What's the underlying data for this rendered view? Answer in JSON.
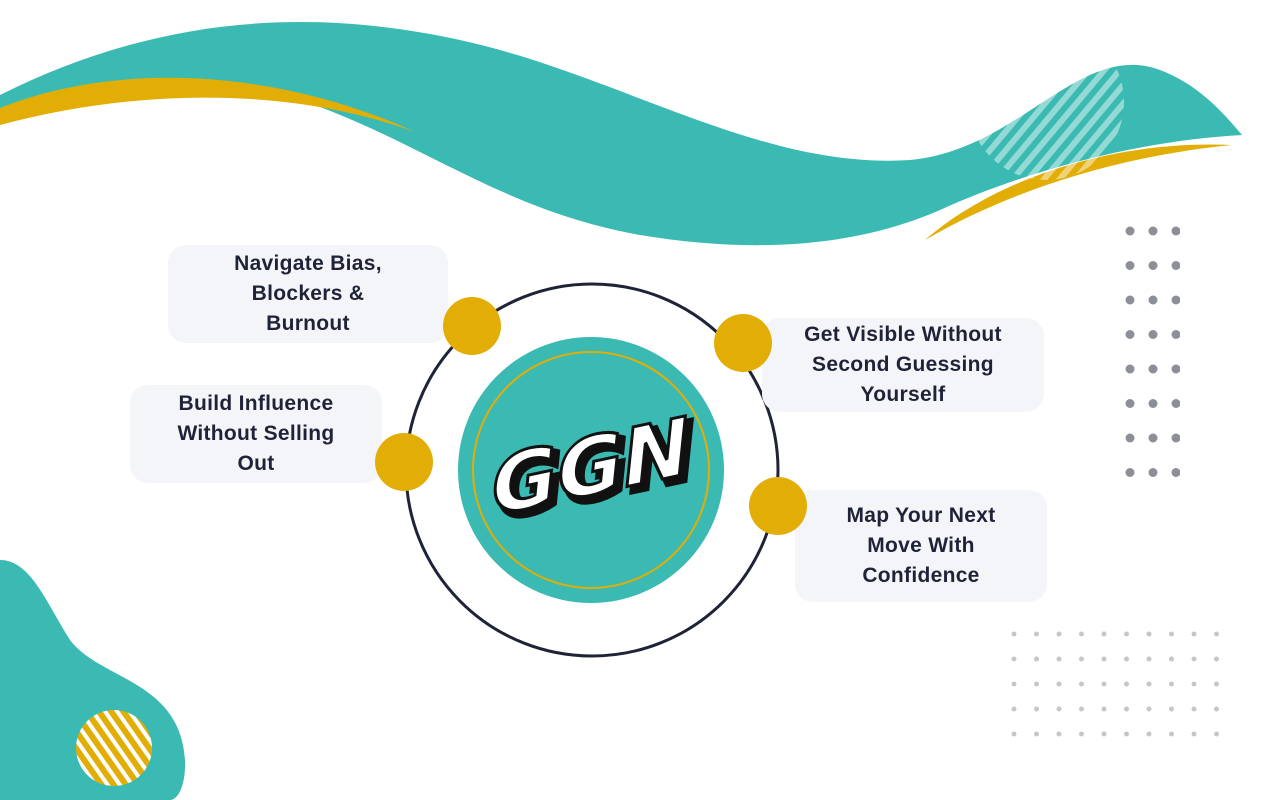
{
  "colors": {
    "teal": "#3bbab3",
    "gold": "#e2ae06",
    "navy": "#1f2338",
    "card_bg": "#f4f5f9",
    "dot_gray": "#8d8f98"
  },
  "logo": {
    "text": "GGN",
    "label": "GGN logo"
  },
  "cards": [
    {
      "id": "bias",
      "lines": [
        "Navigate Bias,",
        "Blockers &",
        "Burnout"
      ]
    },
    {
      "id": "influence",
      "lines": [
        "Build Influence",
        "Without Selling",
        "Out"
      ]
    },
    {
      "id": "visible",
      "lines": [
        "Get Visible Without",
        "Second Guessing",
        "Yourself"
      ]
    },
    {
      "id": "next-move",
      "lines": [
        "Map Your Next",
        "Move With",
        "Confidence"
      ]
    }
  ]
}
